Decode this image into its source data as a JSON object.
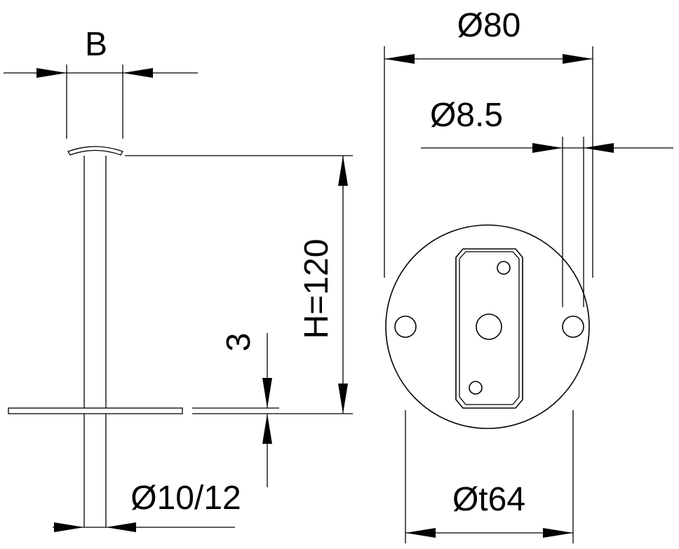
{
  "labels": {
    "b": "B",
    "height": "H=120",
    "thickness": "3",
    "rod_diameter": "Ø10/12",
    "outer_diameter": "Ø80",
    "hole_diameter": "Ø8.5",
    "hole_circle_diameter": "Øt64"
  }
}
